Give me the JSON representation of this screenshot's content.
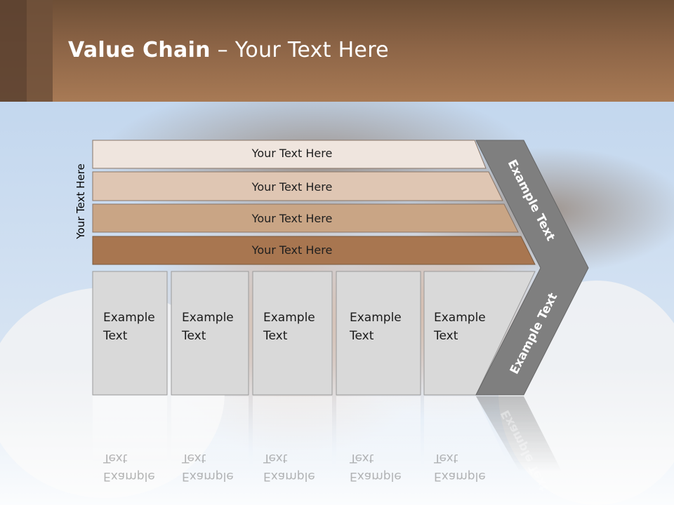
{
  "title": {
    "bold": "Value Chain",
    "rest": " – Your Text Here"
  },
  "side_label": "Your Text Here",
  "bars": [
    {
      "label": "Your Text Here",
      "color": "#efe5de"
    },
    {
      "label": "Your Text Here",
      "color": "#dfc6b3"
    },
    {
      "label": "Your Text Here",
      "color": "#c9a585"
    },
    {
      "label": "Your Text Here",
      "color": "#a87650"
    }
  ],
  "boxes": [
    {
      "line1": "Example",
      "line2": "Text"
    },
    {
      "line1": "Example",
      "line2": "Text"
    },
    {
      "line1": "Example",
      "line2": "Text"
    },
    {
      "line1": "Example",
      "line2": "Text"
    },
    {
      "line1": "Example",
      "line2": "Text"
    }
  ],
  "chevron": {
    "upper": "Example Text",
    "lower": "Example Text"
  },
  "colors": {
    "header": "#8c6446",
    "chevron": "#7f7f7f",
    "box": "#d9d9d9",
    "sky": "#cfe0f2"
  }
}
